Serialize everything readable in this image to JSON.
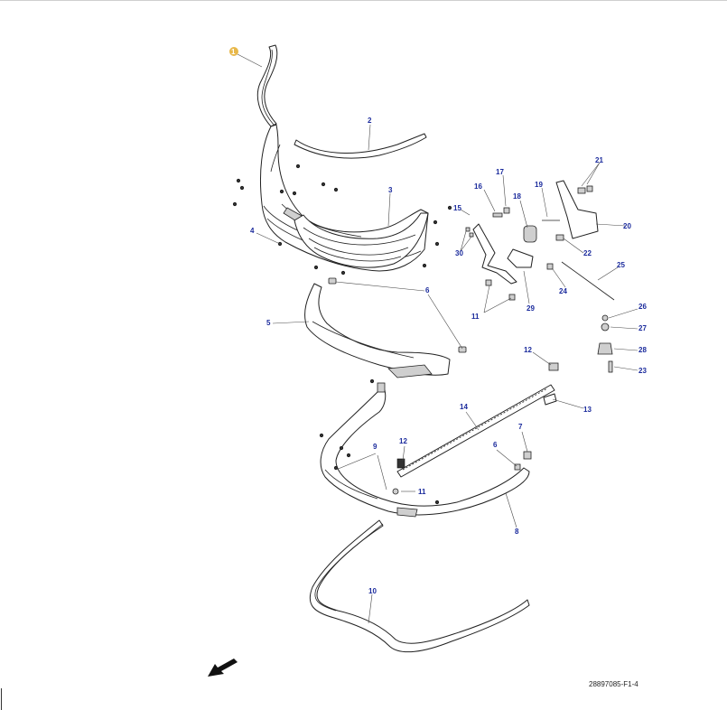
{
  "diagram": {
    "reference_code": "28897085-F1-4",
    "callouts": {
      "c1": "1",
      "c2": "2",
      "c3": "3",
      "c4": "4",
      "c5": "5",
      "c6a": "6",
      "c6b": "6",
      "c7": "7",
      "c8": "8",
      "c9": "9",
      "c10": "10",
      "c11a": "11",
      "c11b": "11",
      "c12a": "12",
      "c12b": "12",
      "c13": "13",
      "c14": "14",
      "c15": "15",
      "c16": "16",
      "c17": "17",
      "c18": "18",
      "c19": "19",
      "c20": "20",
      "c21": "21",
      "c22": "22",
      "c23": "23",
      "c24": "24",
      "c25": "25",
      "c26": "26",
      "c27": "27",
      "c28": "28",
      "c29": "29",
      "c30": "30"
    },
    "colors": {
      "callout_text": "#1a2a9c",
      "highlight_badge": "#e8b84a",
      "line": "#222222"
    },
    "icons": {
      "direction": "front-direction-arrow-icon"
    }
  }
}
